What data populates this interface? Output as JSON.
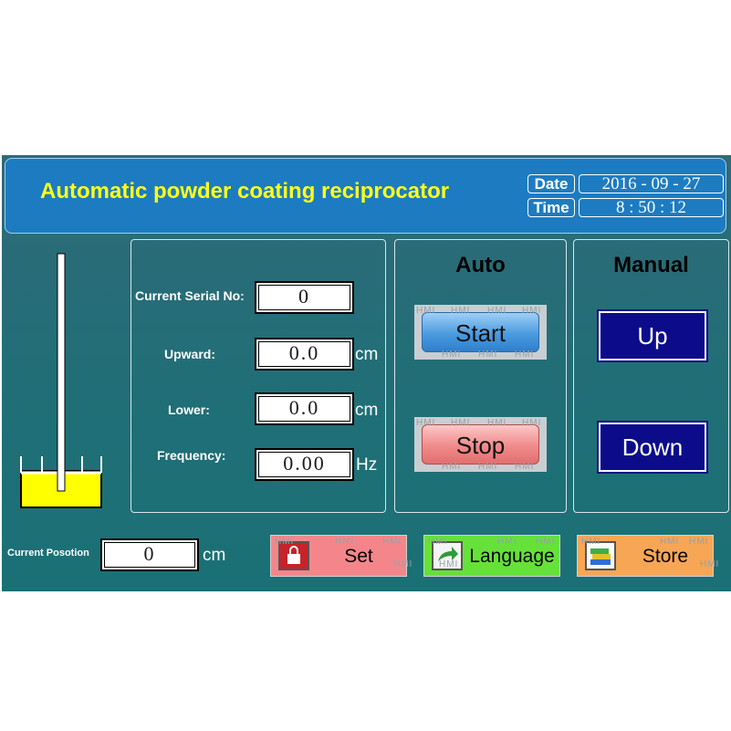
{
  "header": {
    "title": "Automatic powder coating reciprocator"
  },
  "datetime": {
    "date_label": "Date",
    "date_value": "2016 - 09 - 27",
    "time_label": "Time",
    "time_value": "8 : 50 : 12"
  },
  "params": {
    "serial_label": "Current Serial No:",
    "serial_value": "0",
    "upward_label": "Upward:",
    "upward_value": "0.0",
    "upward_unit": "cm",
    "lower_label": "Lower:",
    "lower_value": "0.0",
    "lower_unit": "cm",
    "frequency_label": "Frequency:",
    "frequency_value": "0.00",
    "frequency_unit": "Hz"
  },
  "auto": {
    "title": "Auto",
    "start_label": "Start",
    "stop_label": "Stop"
  },
  "manual": {
    "title": "Manual",
    "up_label": "Up",
    "down_label": "Down"
  },
  "position": {
    "label": "Current Posotion",
    "value": "0",
    "unit": "cm"
  },
  "bottom": {
    "set_label": "Set",
    "language_label": "Language",
    "store_label": "Store"
  },
  "watermark": "HMI",
  "colors": {
    "title": "#ffff1a",
    "start": "#4a9be0",
    "stop": "#f08a8a",
    "manual_button": "#0c0c8a",
    "set": "#f4868b",
    "language": "#66e13a",
    "store": "#f7a655",
    "tank_liquid": "#ffff00"
  },
  "icons": {
    "set": "lock-icon",
    "language": "arrow-icon",
    "store": "books-icon"
  }
}
